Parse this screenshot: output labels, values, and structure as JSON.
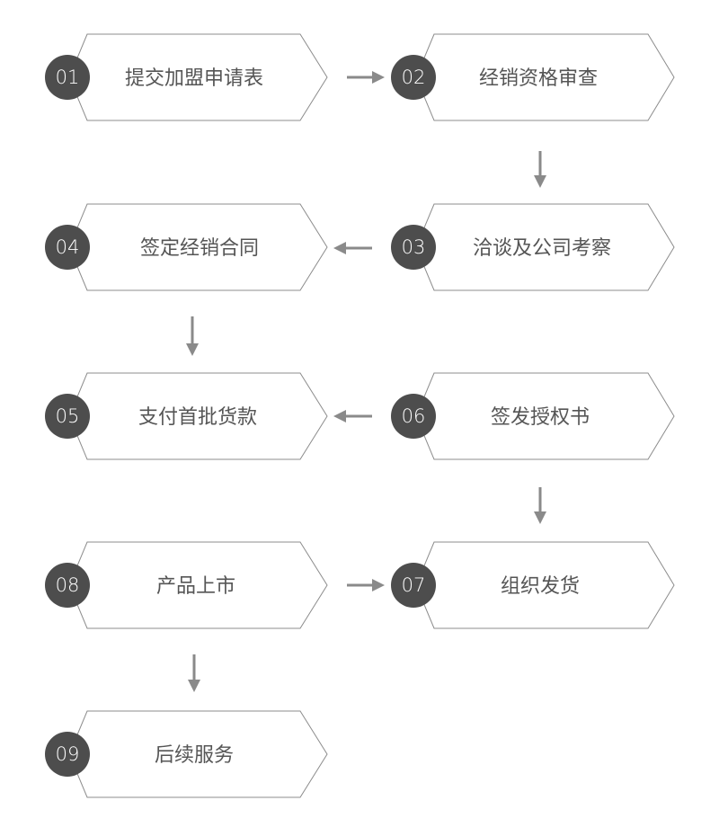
{
  "steps": [
    {
      "num": "01",
      "label": "提交加盟申请表"
    },
    {
      "num": "02",
      "label": "经销资格审查"
    },
    {
      "num": "03",
      "label": "洽谈及公司考察"
    },
    {
      "num": "04",
      "label": "签定经销合同"
    },
    {
      "num": "05",
      "label": "支付首批货款"
    },
    {
      "num": "06",
      "label": "签发授权书"
    },
    {
      "num": "07",
      "label": "组织发货"
    },
    {
      "num": "08",
      "label": "产品上市"
    },
    {
      "num": "09",
      "label": "后续服务"
    }
  ],
  "colors": {
    "badge": "#4d4d4d",
    "border": "#8c8c8c",
    "arrow": "#8a8a8a",
    "label": "#555555"
  }
}
